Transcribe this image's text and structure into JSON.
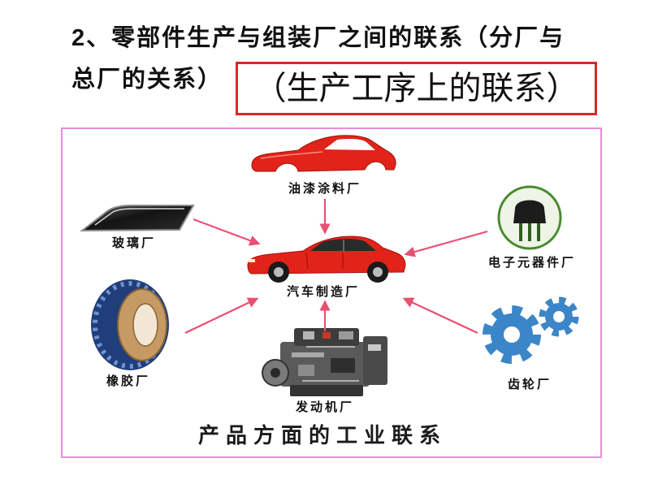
{
  "slide": {
    "title_line1": "2、零部件生产与组装厂之间的联系（分厂与",
    "title_line2": "总厂的关系）",
    "highlight": "（生产工序上的联系）"
  },
  "diagram": {
    "center": {
      "label": "汽车制造厂",
      "icon": "car-icon"
    },
    "suppliers": [
      {
        "label": "油漆涂料厂",
        "icon": "painted-car-body-icon"
      },
      {
        "label": "玻璃厂",
        "icon": "glass-panel-icon"
      },
      {
        "label": "电子元器件厂",
        "icon": "electronic-component-icon"
      },
      {
        "label": "橡胶厂",
        "icon": "tire-icon"
      },
      {
        "label": "齿轮厂",
        "icon": "gears-icon"
      },
      {
        "label": "发动机厂",
        "icon": "engine-icon"
      }
    ],
    "caption": "产品方面的工业联系"
  },
  "colors": {
    "highlight_border": "#d42a2a",
    "frame_border": "#e68ce0",
    "arrow": "#e94f72",
    "car_red": "#e2231a",
    "gear_blue": "#3b86c8",
    "tire_blue": "#1f3e7a",
    "chip_green": "#4a8a2e"
  }
}
